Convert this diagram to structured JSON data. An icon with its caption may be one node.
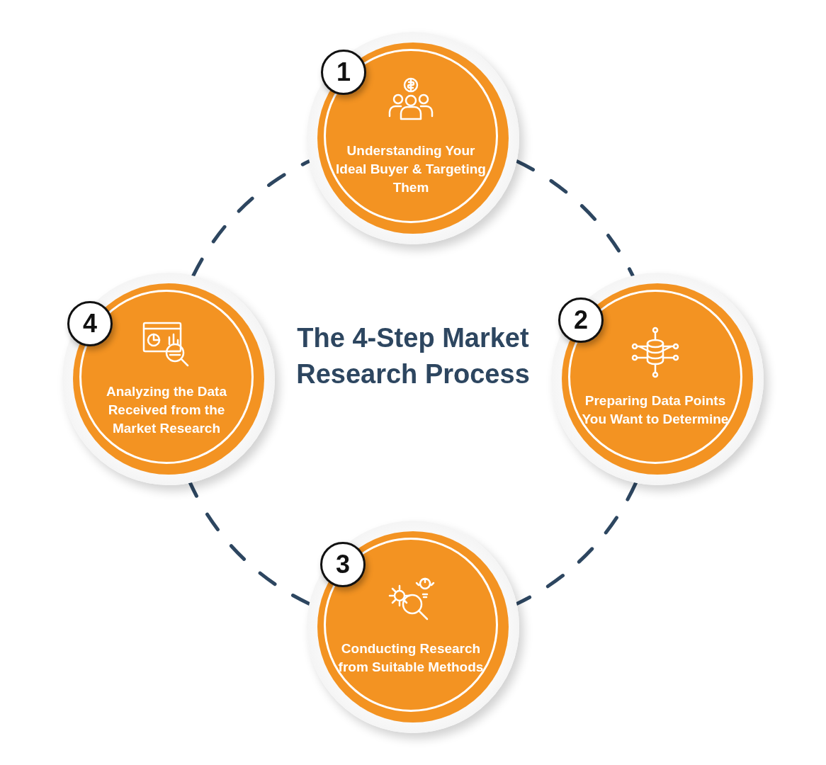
{
  "diagram": {
    "title": "The 4-Step Market Research Process",
    "nodes": [
      {
        "text": [
          "Understanding Your Ideal Buyer & Targeting Them"
        ]
      },
      {
        "text": [
          "1"
        ],
        "in": 0
      },
      {
        "text": [
          "Preparing Data Points You Want to Determine"
        ]
      },
      {
        "text": [
          "2"
        ],
        "in": 2
      },
      {
        "text": [
          "Conducting Research from Suitable Methods"
        ]
      },
      {
        "text": [
          "3"
        ],
        "in": 4
      },
      {
        "text": [
          "Analyzing the Data Received from the Market Research"
        ]
      },
      {
        "text": [
          "4"
        ],
        "in": 6
      }
    ],
    "edges": [
      {
        "from": 0,
        "to": 2,
        "arrow": "none",
        "style": "dashed"
      },
      {
        "from": 2,
        "to": 4,
        "arrow": "none",
        "style": "dashed"
      },
      {
        "from": 4,
        "to": 6,
        "arrow": "none",
        "style": "dashed"
      },
      {
        "from": 6,
        "to": 0,
        "arrow": "none",
        "style": "dashed"
      }
    ]
  }
}
